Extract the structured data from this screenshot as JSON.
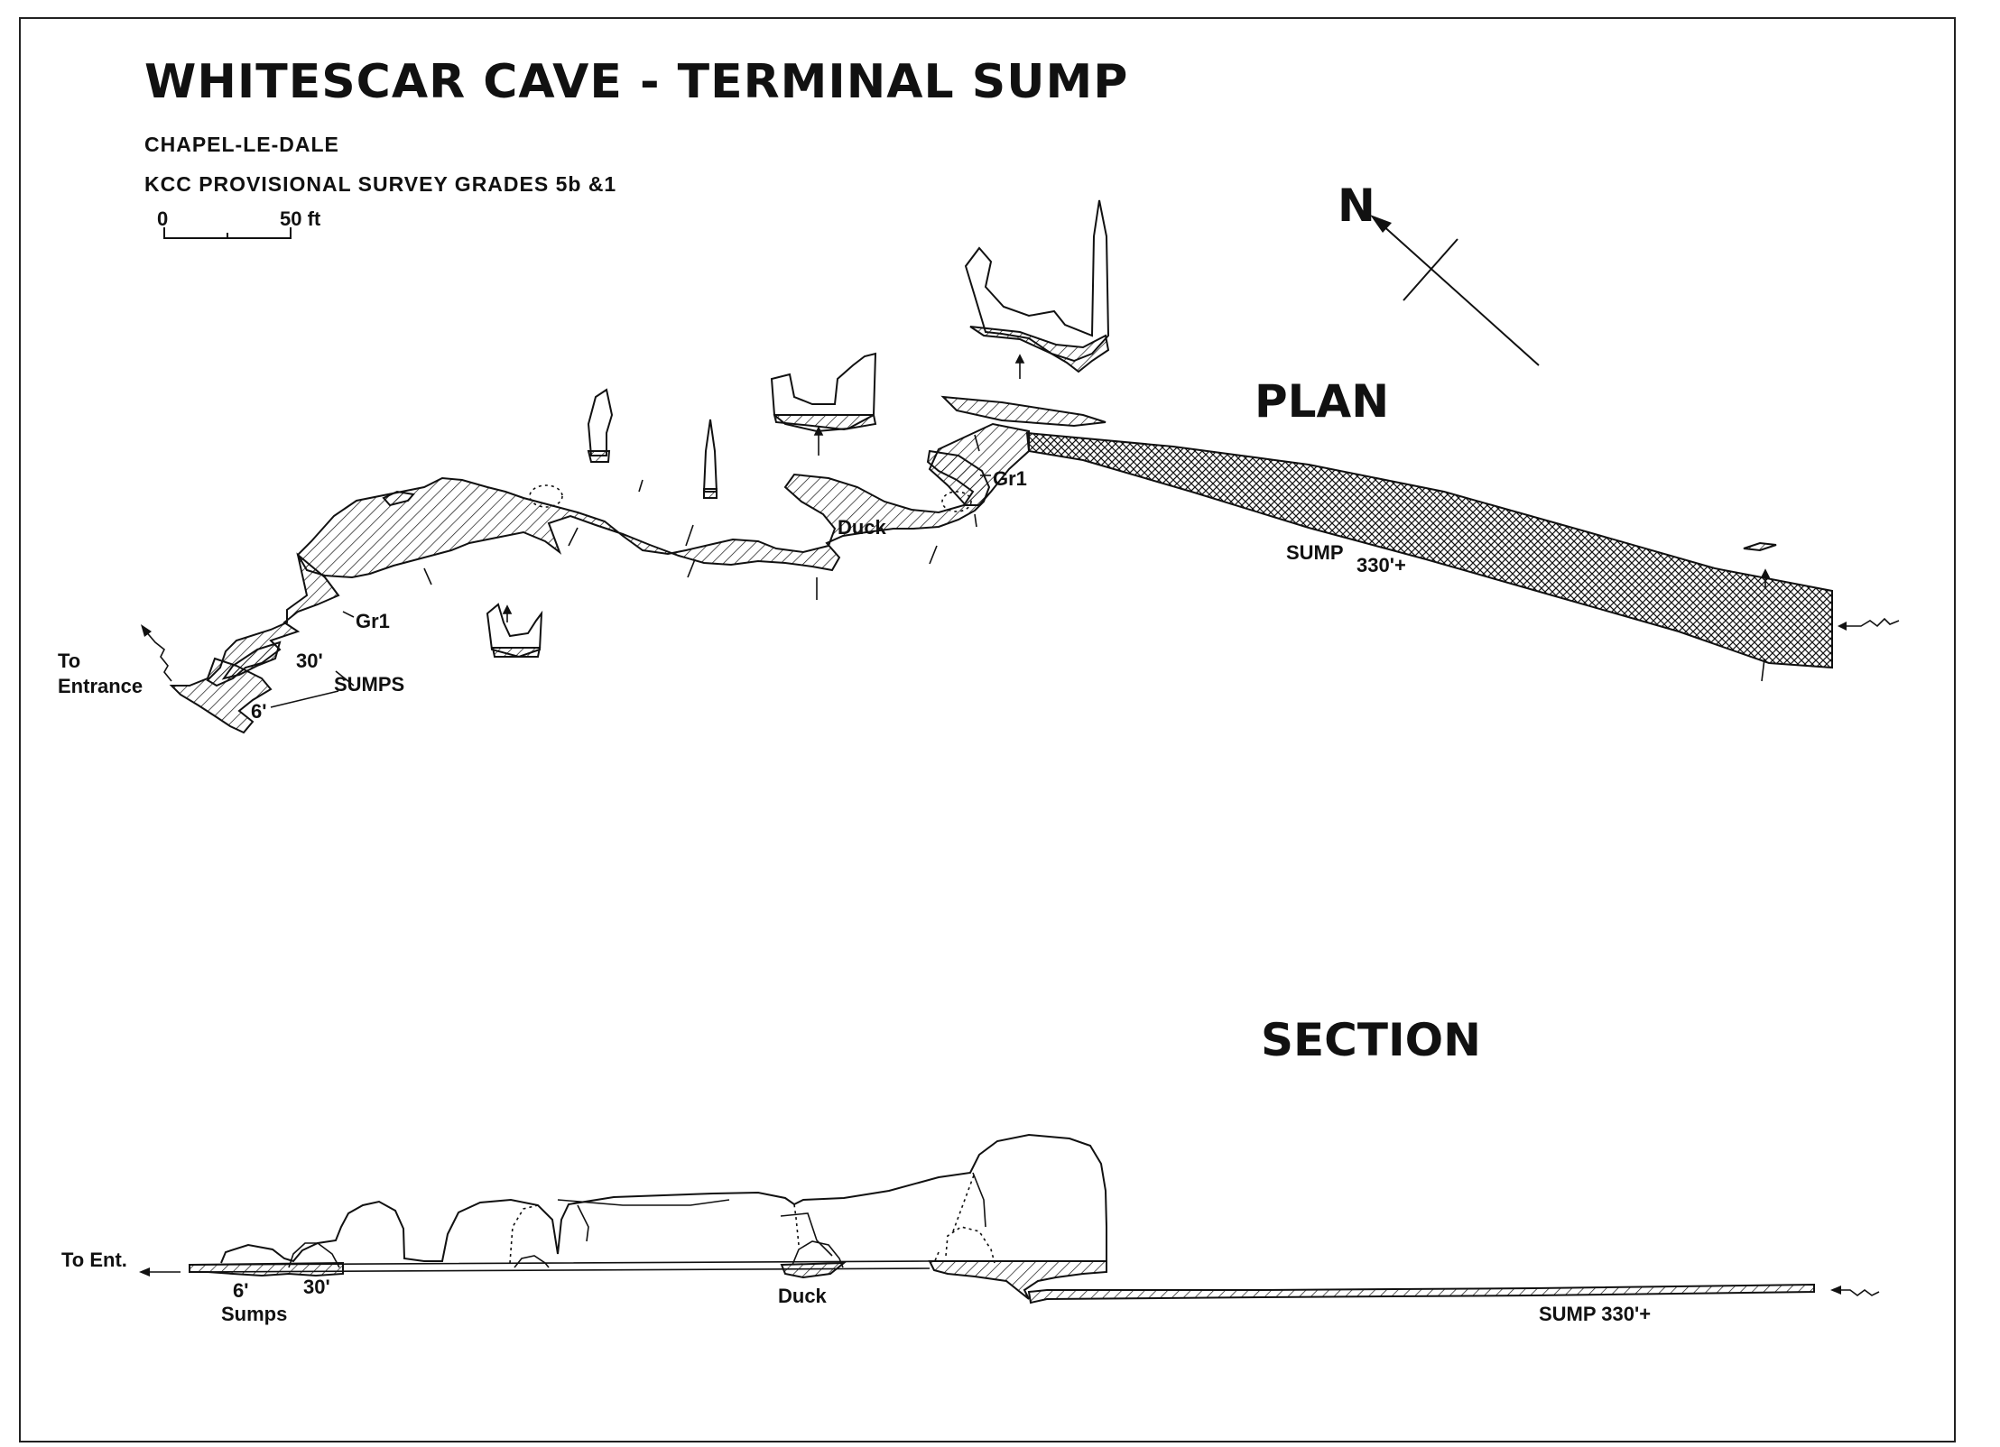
{
  "title": "WHITESCAR CAVE - TERMINAL SUMP",
  "location": "CHAPEL-LE-DALE",
  "survey_note": "KCC PROVISIONAL SURVEY GRADES 5b &1",
  "scale_bar": {
    "start_label": "0",
    "end_label": "50 ft"
  },
  "north_label": "N",
  "plan": {
    "heading": "PLAN",
    "labels": {
      "sump_main": "SUMP",
      "sump_length": "330'+",
      "duck": "Duck",
      "gr1_upper": "Gr1",
      "gr1_lower": "Gr1",
      "sump_30": "30'",
      "sumps": "SUMPS",
      "sump_6": "6'",
      "to": "To",
      "entrance": "Entrance"
    }
  },
  "section": {
    "heading": "SECTION",
    "labels": {
      "to_ent": "To Ent.",
      "sump_6": "6'",
      "sump_30": "30'",
      "sumps": "Sumps",
      "duck": "Duck",
      "sump_main": "SUMP 330'+"
    }
  }
}
